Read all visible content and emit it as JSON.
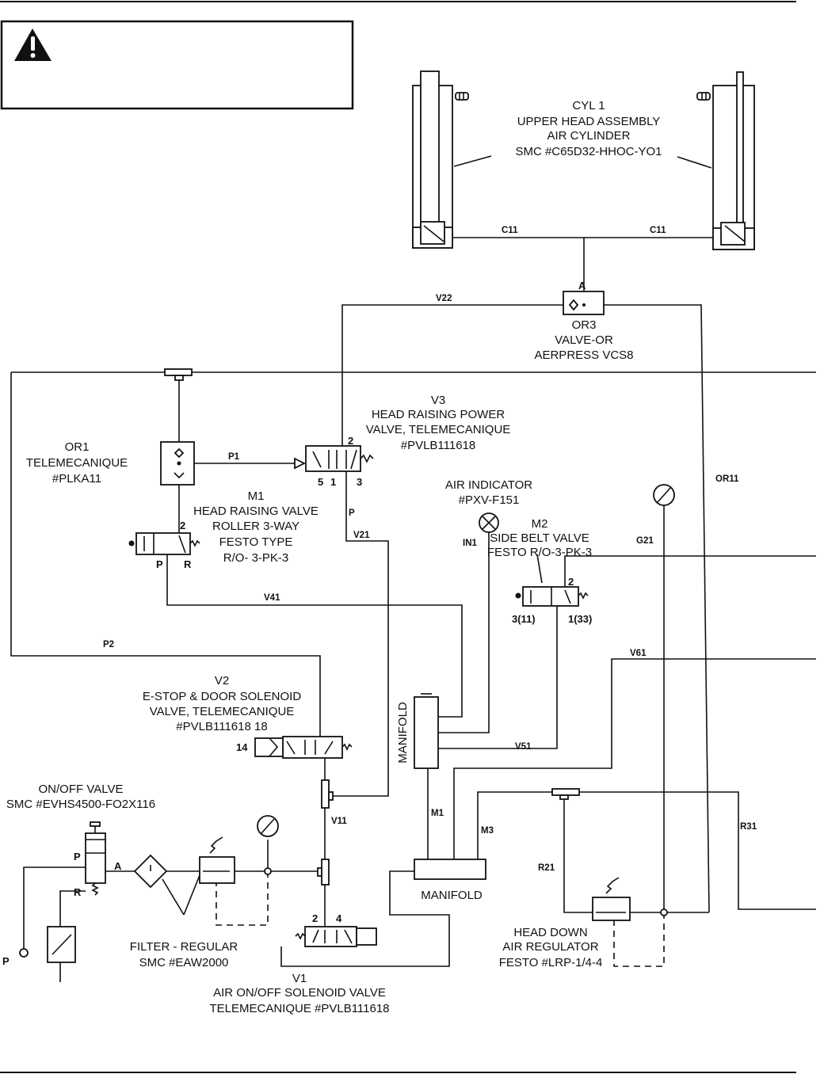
{
  "warning_box": {
    "icon": "warning-triangle-icon"
  },
  "cyl1": {
    "lines": [
      "CYL 1",
      "UPPER HEAD ASSEMBLY",
      "AIR CYLINDER",
      "SMC #C65D32-HHOC-YO1"
    ]
  },
  "or3": {
    "lines": [
      "OR3",
      "VALVE-OR",
      "AERPRESS VCS8"
    ],
    "port_a": "A"
  },
  "v3": {
    "lines": [
      "V3",
      "HEAD RAISING POWER",
      "VALVE,  TELEMECANIQUE",
      "#PVLB111618"
    ],
    "ports": [
      "2",
      "5",
      "1",
      "3"
    ]
  },
  "or1": {
    "lines": [
      "OR1",
      "TELEMECANIQUE",
      "#PLKA11"
    ]
  },
  "m1": {
    "lines": [
      "M1",
      "HEAD RAISING VALVE",
      "ROLLER 3-WAY",
      "FESTO TYPE",
      "R/O- 3-PK-3"
    ],
    "ports": [
      "2",
      "P",
      "R"
    ]
  },
  "air_indicator": {
    "lines": [
      "AIR INDICATOR",
      "#PXV-F151"
    ]
  },
  "m2": {
    "lines": [
      "M2",
      "SIDE BELT VALVE",
      "FESTO R/O-3-PK-3"
    ],
    "ports": [
      "2",
      "3(11)",
      "1(33)"
    ]
  },
  "v2": {
    "lines": [
      "V2",
      "E-STOP & DOOR SOLENOID",
      "VALVE, TELEMECANIQUE",
      "#PVLB111618 18"
    ],
    "port_14": "14"
  },
  "onoff": {
    "lines": [
      "ON/OFF VALVE",
      "SMC #EVHS4500-FO2X116"
    ],
    "ports": [
      "P",
      "R",
      "A"
    ],
    "inlet": "P"
  },
  "filter": {
    "lines": [
      "FILTER - REGULAR",
      "SMC #EAW2000"
    ]
  },
  "v1": {
    "lines": [
      "V1",
      "AIR ON/OFF SOLENOID VALVE",
      "TELEMECANIQUE #PVLB111618"
    ],
    "ports": [
      "2",
      "4"
    ]
  },
  "manifold_v": {
    "label": "MANIFOLD"
  },
  "manifold_h": {
    "label": "MANIFOLD"
  },
  "head_down": {
    "lines": [
      "HEAD DOWN",
      "AIR REGULATOR",
      "FESTO #LRP-1/4-4"
    ]
  },
  "line_tags": {
    "c11a": "C11",
    "c11b": "C11",
    "v22": "V22",
    "p1": "P1",
    "p": "P",
    "v21": "V21",
    "v41": "V41",
    "p2": "P2",
    "in1": "IN1",
    "or11": "OR11",
    "g21": "G21",
    "v61": "V61",
    "v51": "V51",
    "v11": "V11",
    "m1": "M1",
    "m3": "M3",
    "r21": "R21",
    "r31": "R31"
  }
}
